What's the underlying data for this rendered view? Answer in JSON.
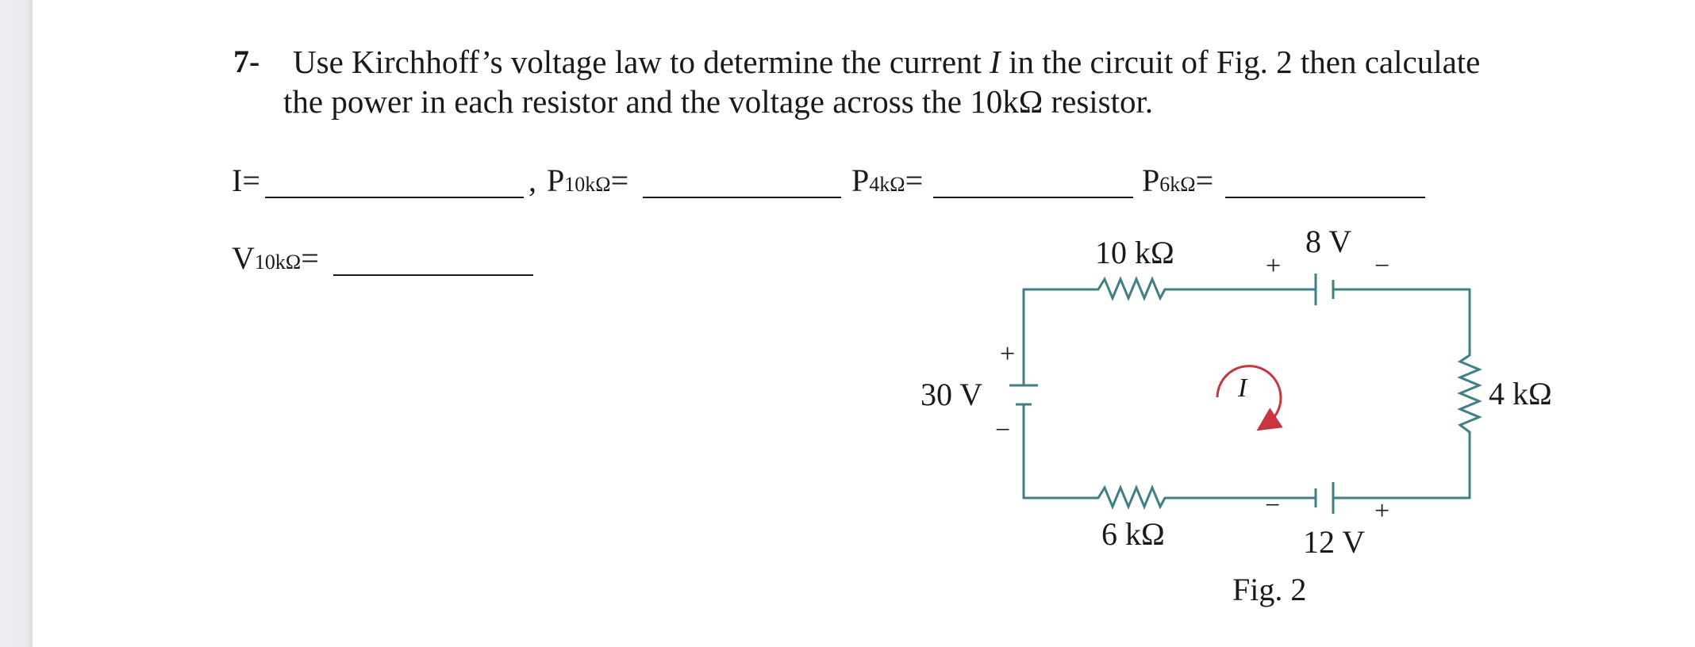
{
  "question": {
    "number": "7-",
    "line1_a": "Use Kirchhoff’s voltage law to determine the current ",
    "line1_var": "I",
    "line1_b": " in the circuit of Fig. 2 then calculate",
    "line2": "the power in each resistor and the voltage across the 10kΩ resistor."
  },
  "answers": {
    "current_label": "I=",
    "comma": ",",
    "p10_prefix": "P",
    "p10_sub": "10kΩ",
    "p4_prefix": "P",
    "p4_sub": "4kΩ",
    "p6_prefix": "P",
    "p6_sub": "6kΩ",
    "v10_prefix": "V",
    "v10_sub": "10kΩ",
    "equals": "="
  },
  "circuit": {
    "r_top_label": "10 kΩ",
    "r_right_label": "4 kΩ",
    "r_bottom_label": "6 kΩ",
    "v_left_label": "30 V",
    "v_top_label": "8 V",
    "v_bottom_label": "12 V",
    "plus": "+",
    "minus": "−",
    "current_label": "I",
    "figure_caption": "Fig. 2",
    "wire_color": "#3f7f86",
    "arrow_color": "#c8353f"
  }
}
